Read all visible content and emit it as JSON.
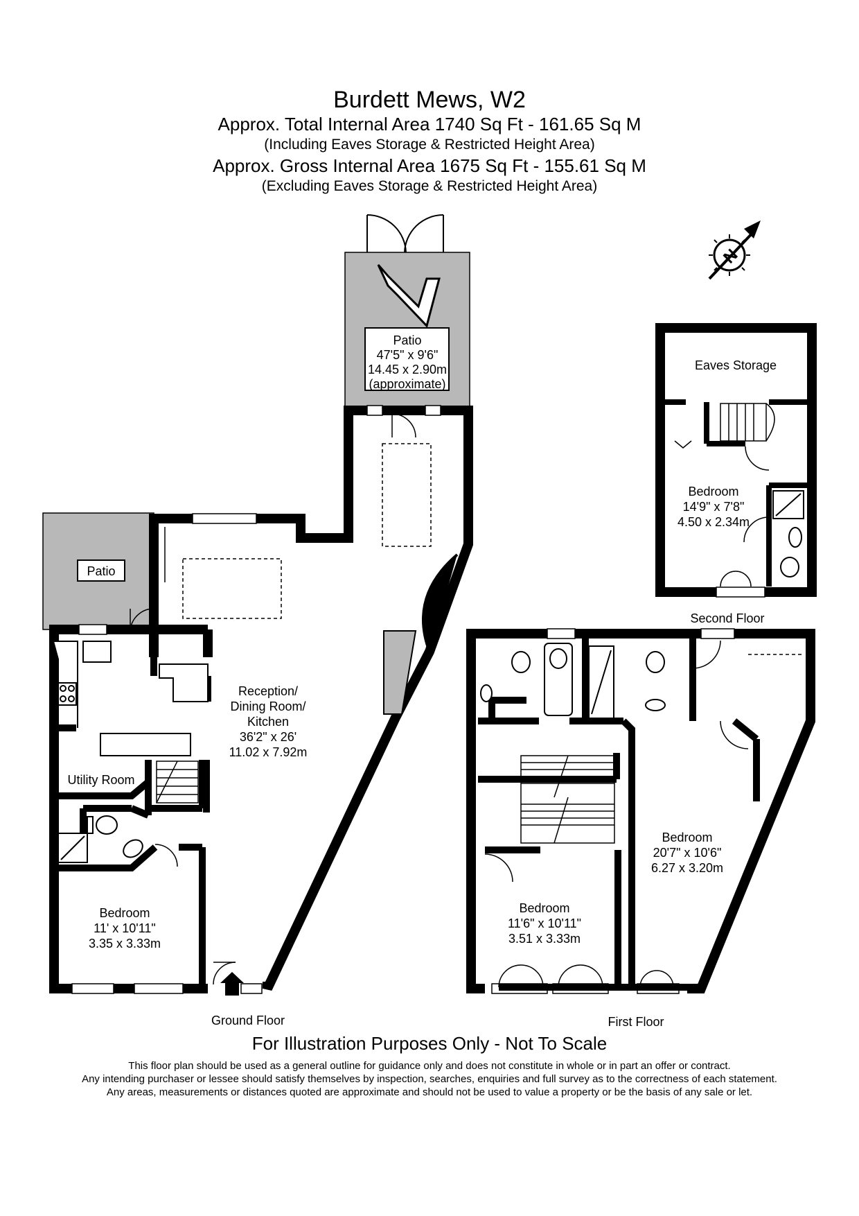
{
  "header": {
    "title": "Burdett Mews, W2",
    "total_area": "Approx. Total Internal Area   1740 Sq Ft  -  161.65 Sq M",
    "total_note": "(Including Eaves Storage & Restricted Height Area)",
    "gross_area": "Approx. Gross Internal Area   1675 Sq Ft  -  155.61 Sq M",
    "gross_note": "(Excluding Eaves Storage & Restricted Height Area)"
  },
  "compass": {
    "label": "N",
    "icon": "north-arrow-icon"
  },
  "floors": {
    "ground": "Ground Floor",
    "first": "First Floor",
    "second": "Second Floor"
  },
  "rooms": {
    "patio_top": [
      "Patio",
      "47'5\" x 9'6\"",
      "14.45 x 2.90m",
      "(approximate)"
    ],
    "patio_left": [
      "Patio"
    ],
    "reception": [
      "Reception/",
      "Dining Room/",
      "Kitchen",
      "36'2\" x 26'",
      "11.02 x 7.92m"
    ],
    "utility": [
      "Utility Room"
    ],
    "bedroom_ground": [
      "Bedroom",
      "11' x 10'11\"",
      "3.35 x 3.33m"
    ],
    "bedroom_first_left": [
      "Bedroom",
      "11'6\" x 10'11\"",
      "3.51 x 3.33m"
    ],
    "bedroom_first_right": [
      "Bedroom",
      "20'7\" x 10'6\"",
      "6.27 x 3.20m"
    ],
    "eaves": [
      "Eaves Storage"
    ],
    "bedroom_second": [
      "Bedroom",
      "14'9\" x 7'8\"",
      "4.50 x 2.34m"
    ]
  },
  "colors": {
    "wall": "#000000",
    "patio_fill": "#b8b8b8",
    "background": "#ffffff"
  },
  "footer": {
    "note": "For Illustration Purposes Only - Not To Scale",
    "disclaimer": [
      "This floor plan should be used as a general outline for guidance only and does not constitute in whole or in part an offer or contract.",
      "Any intending purchaser or lessee should satisfy themselves by inspection, searches, enquiries and full survey as to the correctness of each statement.",
      "Any areas, measurements or distances quoted are approximate and should not be used to value a property or be the basis of any sale or let."
    ]
  }
}
